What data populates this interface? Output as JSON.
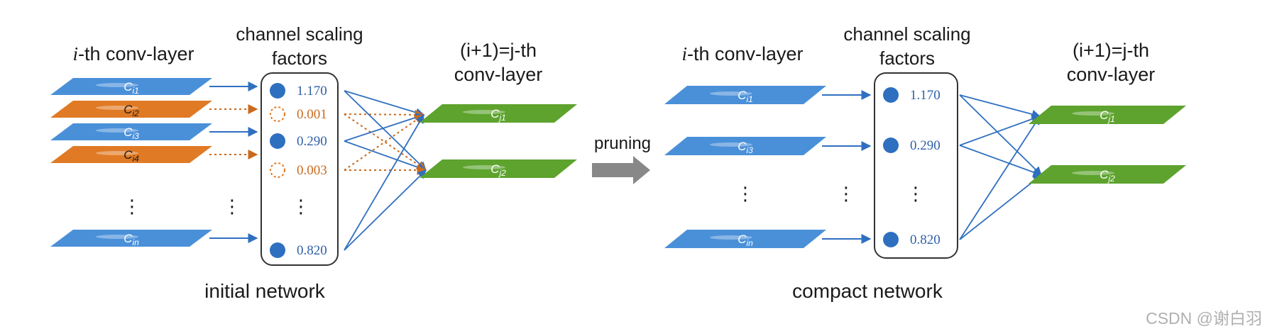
{
  "colors": {
    "blue": "#4a90d9",
    "orange": "#e07a24",
    "green": "#5da32e",
    "dot": "#2f6fc0",
    "text": "#1a1a1a",
    "box": "#333333",
    "arrow_gray": "#888888"
  },
  "left": {
    "layer_i_title": "-th conv-layer",
    "layer_i_var": "i",
    "scaling_title_line1": "channel scaling",
    "scaling_title_line2": "factors",
    "layer_j_title_line1": "(i+1)=j-th",
    "layer_j_title_line2": "conv-layer",
    "caption": "initial network",
    "input_channels": [
      {
        "label": "C",
        "sub": "i1",
        "pruned": false
      },
      {
        "label": "C",
        "sub": "i2",
        "pruned": true
      },
      {
        "label": "C",
        "sub": "i3",
        "pruned": false
      },
      {
        "label": "C",
        "sub": "i4",
        "pruned": true
      },
      {
        "label": "C",
        "sub": "in",
        "pruned": false
      }
    ],
    "factors": [
      "1.170",
      "0.001",
      "0.290",
      "0.003",
      "0.820"
    ],
    "output_channels": [
      {
        "label": "C",
        "sub": "j1"
      },
      {
        "label": "C",
        "sub": "j2"
      }
    ]
  },
  "middle": {
    "arrow_label": "pruning"
  },
  "right": {
    "layer_i_title": "-th conv-layer",
    "layer_i_var": "i",
    "scaling_title_line1": "channel scaling",
    "scaling_title_line2": "factors",
    "layer_j_title_line1": "(i+1)=j-th",
    "layer_j_title_line2": "conv-layer",
    "caption": "compact network",
    "input_channels": [
      {
        "label": "C",
        "sub": "i1"
      },
      {
        "label": "C",
        "sub": "i3"
      },
      {
        "label": "C",
        "sub": "in"
      }
    ],
    "factors": [
      "1.170",
      "0.290",
      "0.820"
    ],
    "output_channels": [
      {
        "label": "C",
        "sub": "j1"
      },
      {
        "label": "C",
        "sub": "j2"
      }
    ]
  },
  "watermark": "CSDN @谢白羽"
}
